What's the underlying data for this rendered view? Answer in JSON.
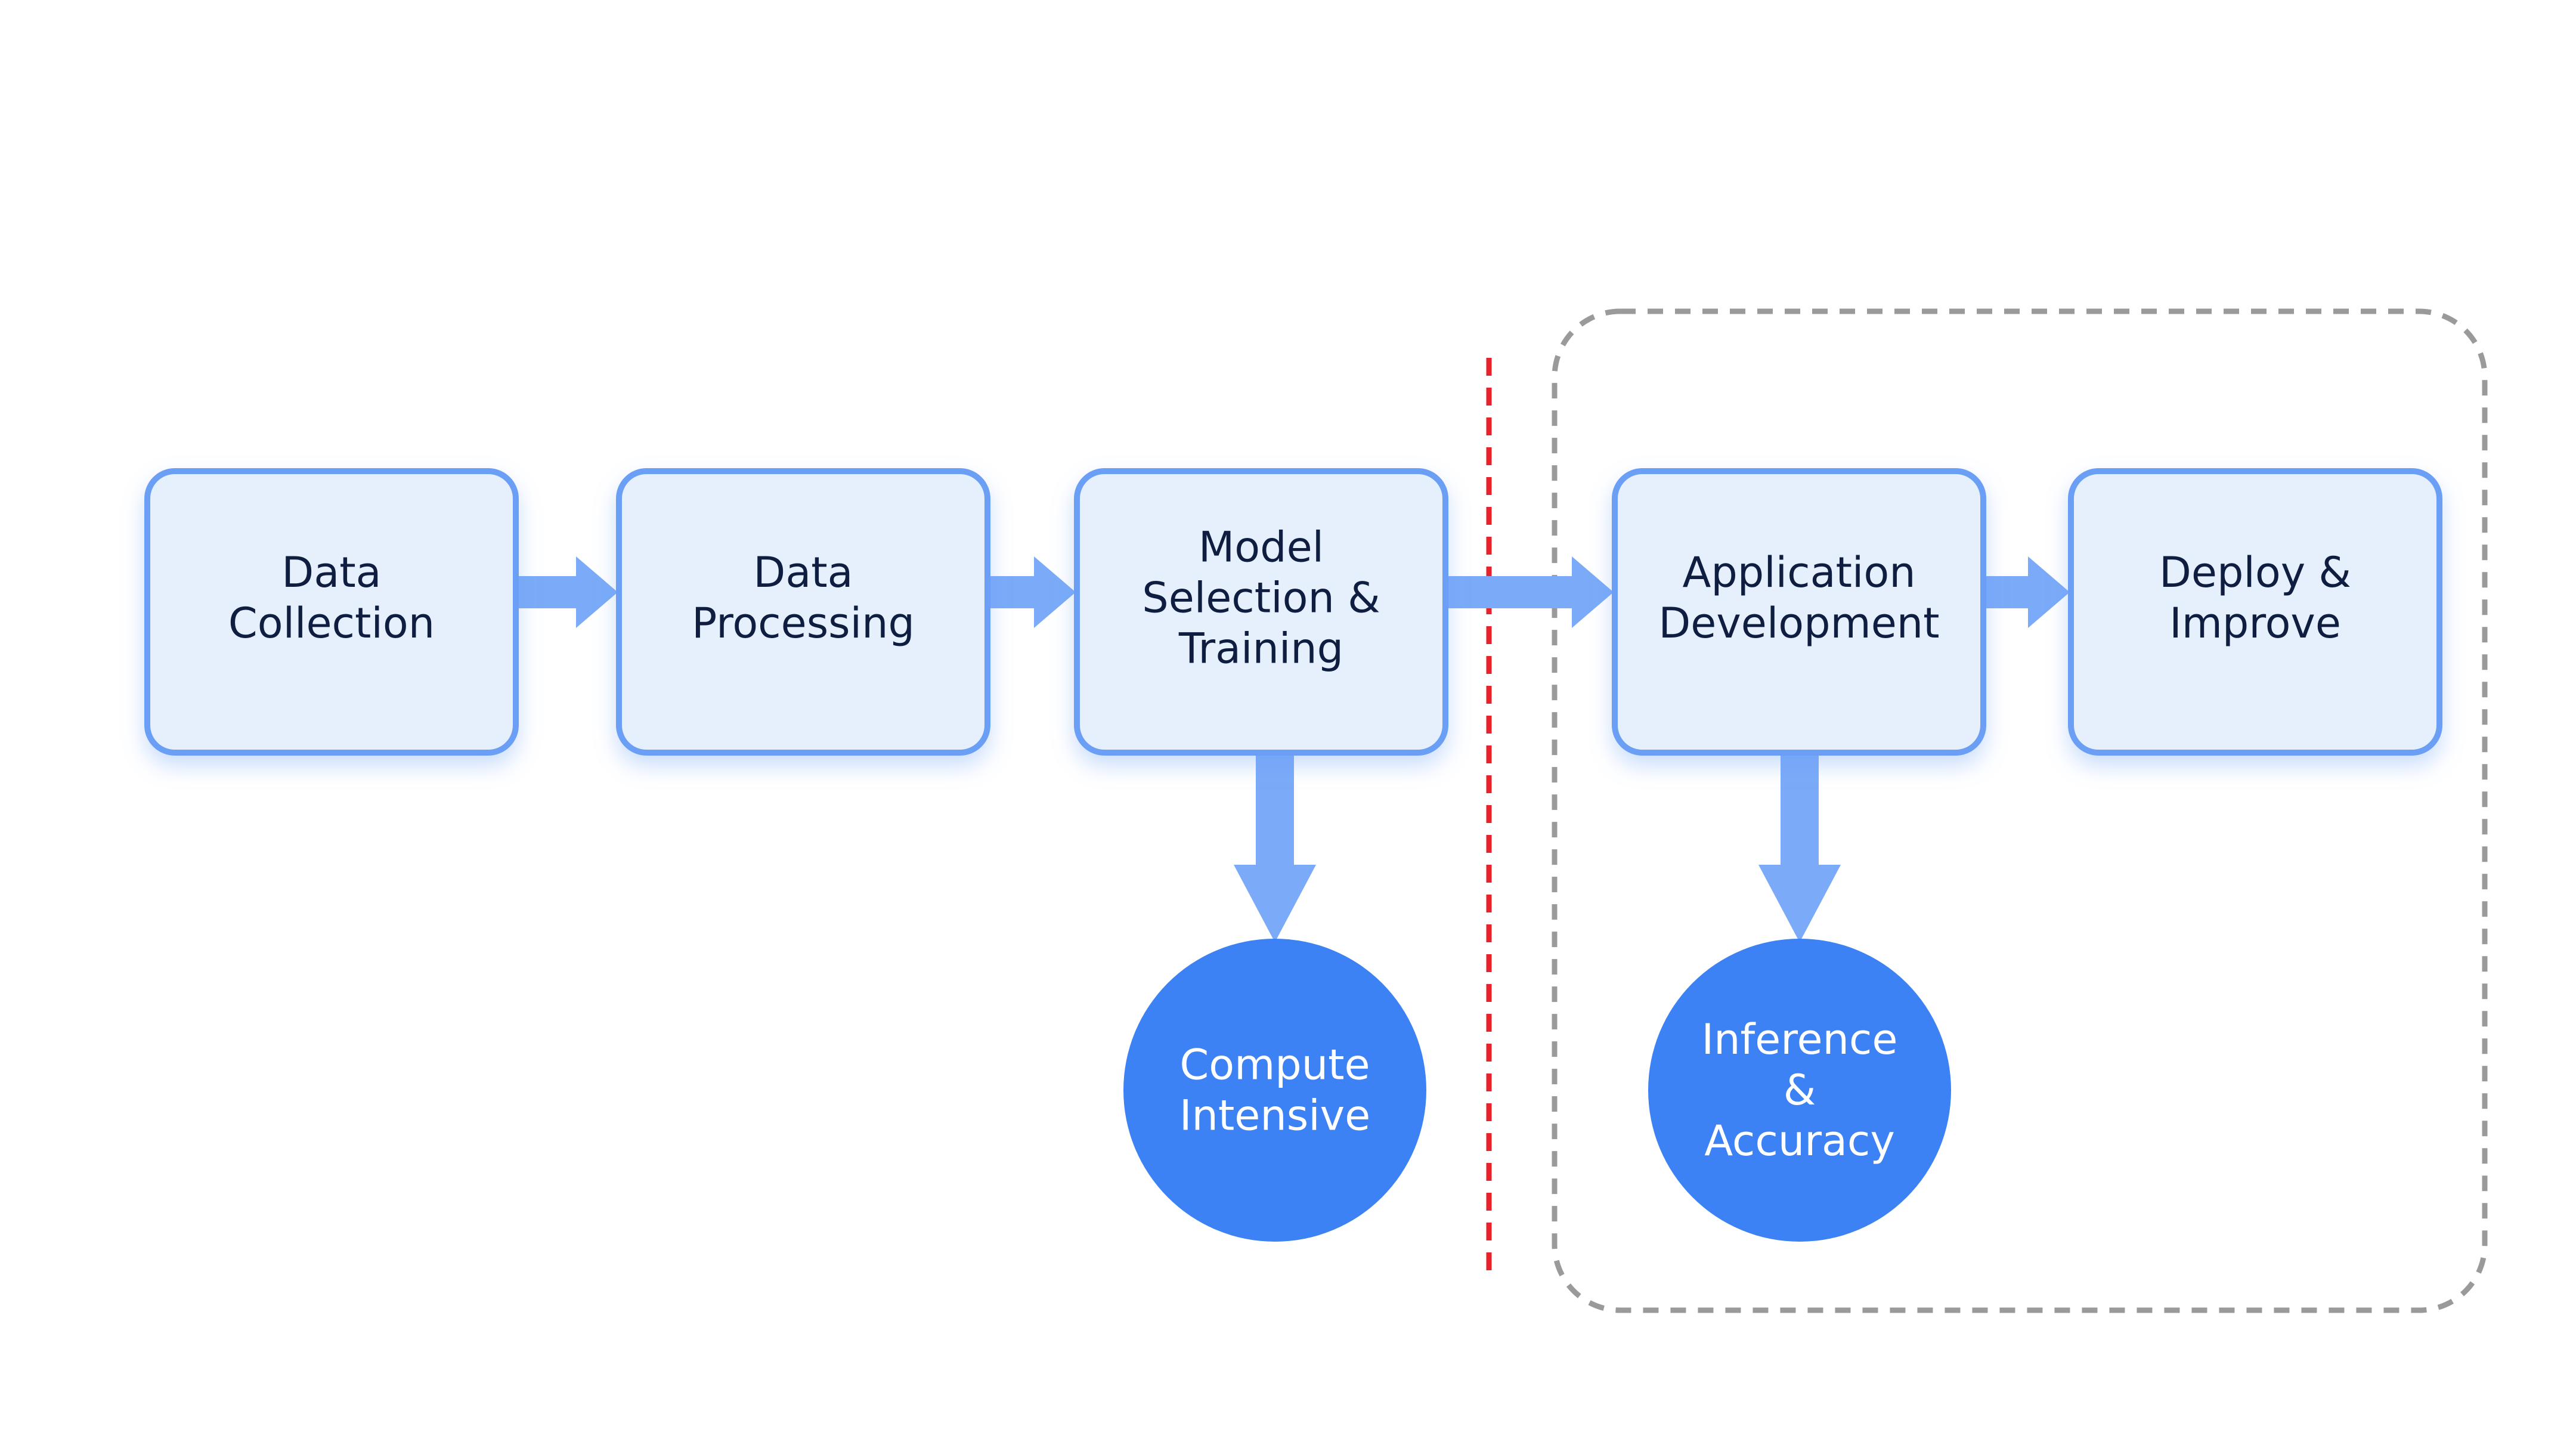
{
  "colors": {
    "box_fill": "#e5f0fc",
    "box_border": "#6a9ff5",
    "arrow": "#7aaaf8",
    "circle_fill": "#3d82f5",
    "box_text": "#0f1d40",
    "circle_text": "#ffffff",
    "divider": "#e8222a",
    "group_border": "#9a9a9a"
  },
  "steps": [
    {
      "id": "data-collection",
      "lines": [
        "Data",
        "Collection"
      ]
    },
    {
      "id": "data-processing",
      "lines": [
        "Data",
        "Processing"
      ]
    },
    {
      "id": "model-selection-training",
      "lines": [
        "Model",
        "Selection &",
        "Training"
      ]
    },
    {
      "id": "application-development",
      "lines": [
        "Application",
        "Development"
      ]
    },
    {
      "id": "deploy-improve",
      "lines": [
        "Deploy &",
        "Improve"
      ]
    }
  ],
  "outcomes": [
    {
      "id": "compute-intensive",
      "from": "model-selection-training",
      "lines": [
        "Compute",
        "Intensive"
      ]
    },
    {
      "id": "inference-accuracy",
      "from": "application-development",
      "lines": [
        "Inference",
        "&",
        "Accuracy"
      ]
    }
  ],
  "connections": [
    {
      "from": "data-collection",
      "to": "data-processing"
    },
    {
      "from": "data-processing",
      "to": "model-selection-training"
    },
    {
      "from": "model-selection-training",
      "to": "application-development"
    },
    {
      "from": "application-development",
      "to": "deploy-improve"
    }
  ],
  "divider": {
    "style": "dashed",
    "color_key": "divider",
    "between": [
      "model-selection-training",
      "application-development"
    ]
  },
  "group": {
    "style": "dashed-rounded",
    "members": [
      "application-development",
      "deploy-improve",
      "inference-accuracy"
    ]
  }
}
